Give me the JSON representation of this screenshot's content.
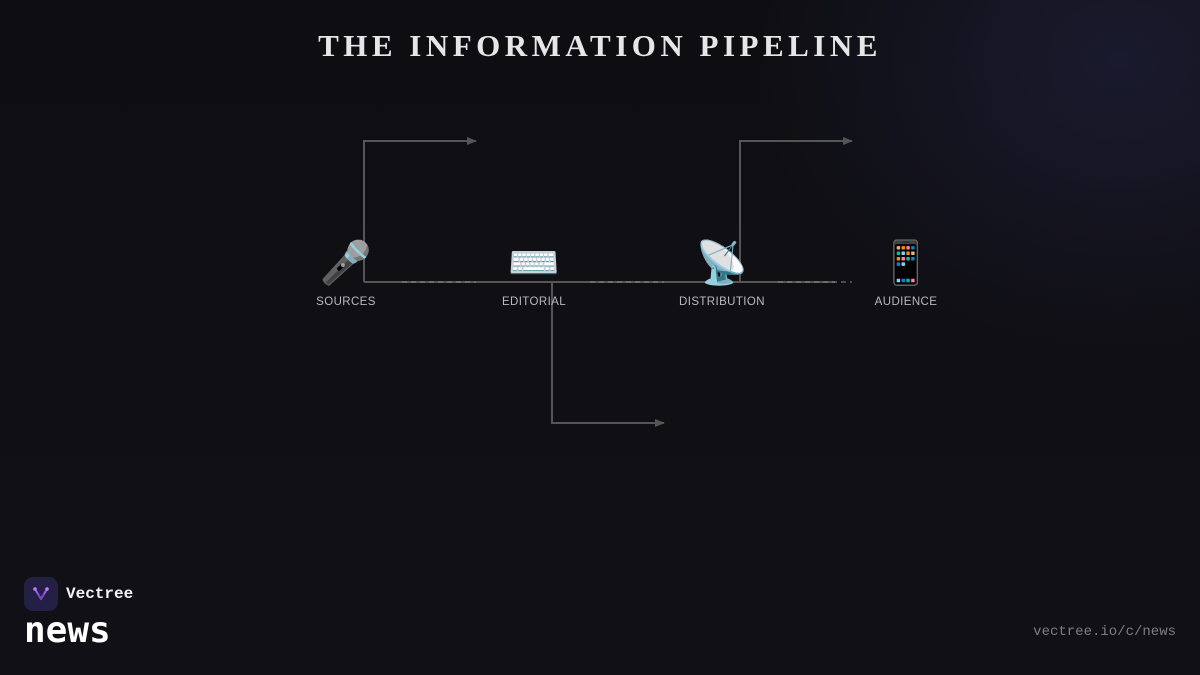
{
  "title": "THE INFORMATION PIPELINE",
  "stages": [
    {
      "key": "sources",
      "label": "SOURCES",
      "glyph": "🎤",
      "icon": "microphone-icon"
    },
    {
      "key": "editorial",
      "label": "EDITORIAL",
      "glyph": "⌨️",
      "icon": "keyboard-icon"
    },
    {
      "key": "distribution",
      "label": "DISTRIBUTION",
      "glyph": "📡",
      "icon": "satellite-dish-icon"
    },
    {
      "key": "audience",
      "label": "AUDIENCE",
      "glyph": "📱",
      "icon": "mobile-phone-icon"
    }
  ],
  "footer": {
    "brand": "Vectree",
    "channel": "news",
    "url": "vectree.io/c/news"
  },
  "colors": {
    "background": "#0f0f13",
    "connector": "#555555",
    "title": "#e6e6e6",
    "label": "#b9b9c2",
    "logo_bg": "#241f45",
    "logo_mark": "#a05ce8"
  }
}
